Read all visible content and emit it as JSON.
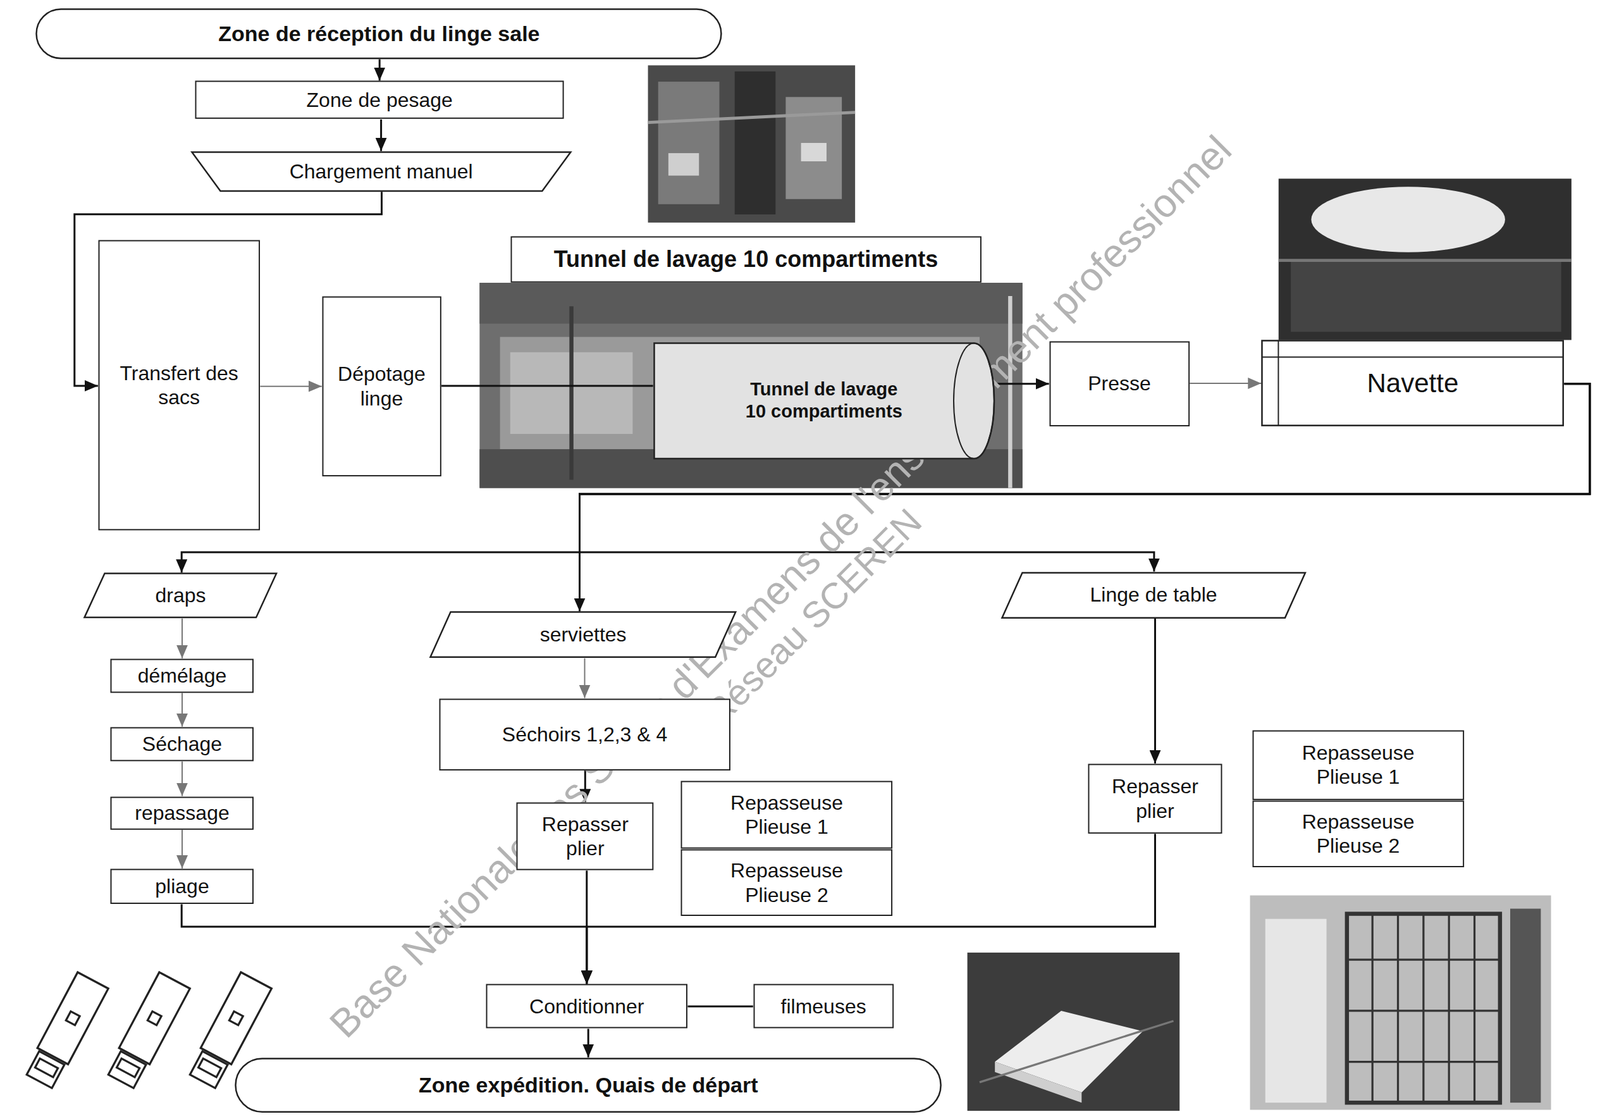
{
  "diagram": {
    "nodes": [
      {
        "text": [
          "Zone de réception du linge sale"
        ]
      },
      {
        "text": [
          "Zone de pesage"
        ]
      },
      {
        "text": [
          "Chargement manuel"
        ]
      },
      {
        "text": [
          "Transfert des sacs"
        ]
      },
      {
        "text": [
          "Dépotage linge"
        ]
      },
      {
        "text": [
          "Tunnel de lavage 10 compartiments"
        ]
      },
      {
        "text": [
          "Tunnel de lavage 10 compartiments"
        ]
      },
      {
        "text": [
          "Presse"
        ]
      },
      {
        "text": [
          "Navette"
        ]
      },
      {
        "text": [
          "draps"
        ]
      },
      {
        "text": [
          "démélage"
        ]
      },
      {
        "text": [
          "Séchage"
        ]
      },
      {
        "text": [
          "repassage"
        ]
      },
      {
        "text": [
          "pliage"
        ]
      },
      {
        "text": [
          "serviettes"
        ]
      },
      {
        "text": [
          "Séchoirs 1,2,3 & 4"
        ]
      },
      {
        "text": [
          "Repasser plier"
        ]
      },
      {
        "text": [
          "Repasseuse Plieuse 1"
        ]
      },
      {
        "text": [
          "Repasseuse Plieuse 2"
        ]
      },
      {
        "text": [
          "Linge de table"
        ]
      },
      {
        "text": [
          "Repasser plier"
        ]
      },
      {
        "text": [
          "Repasseuse Plieuse 1"
        ]
      },
      {
        "text": [
          "Repasseuse Plieuse 2"
        ]
      },
      {
        "text": [
          "Conditionner"
        ]
      },
      {
        "text": [
          "filmeuses"
        ]
      },
      {
        "text": [
          "Zone expédition. Quais de départ"
        ]
      }
    ],
    "edges": [
      {
        "from": 0,
        "to": 1,
        "arrow": "to"
      },
      {
        "from": 1,
        "to": 2,
        "arrow": "to"
      },
      {
        "from": 2,
        "to": 3,
        "arrow": "to"
      },
      {
        "from": 3,
        "to": 4,
        "arrow": "to"
      },
      {
        "from": 4,
        "to": 6,
        "arrow": "none"
      },
      {
        "from": 6,
        "to": 7,
        "arrow": "to"
      },
      {
        "from": 7,
        "to": 8,
        "arrow": "to"
      },
      {
        "from": 8,
        "to": 9,
        "arrow": "to"
      },
      {
        "from": 8,
        "to": 14,
        "arrow": "to"
      },
      {
        "from": 8,
        "to": 19,
        "arrow": "to"
      },
      {
        "from": 9,
        "to": 10,
        "arrow": "to"
      },
      {
        "from": 10,
        "to": 11,
        "arrow": "to"
      },
      {
        "from": 11,
        "to": 12,
        "arrow": "to"
      },
      {
        "from": 12,
        "to": 13,
        "arrow": "to"
      },
      {
        "from": 14,
        "to": 15,
        "arrow": "to"
      },
      {
        "from": 15,
        "to": 16,
        "arrow": "to"
      },
      {
        "from": 19,
        "to": 20,
        "arrow": "to"
      },
      {
        "from": 16,
        "to": 23,
        "arrow": "to"
      },
      {
        "from": 13,
        "to": 23,
        "arrow": "to"
      },
      {
        "from": 20,
        "to": 23,
        "arrow": "to"
      },
      {
        "from": 23,
        "to": 24,
        "arrow": "none"
      },
      {
        "from": 23,
        "to": 25,
        "arrow": "to"
      }
    ],
    "labels": [
      "Base Nationale des Sujets d'Examens de l'enseignement professionnel",
      "Réseau SCEREN"
    ]
  }
}
